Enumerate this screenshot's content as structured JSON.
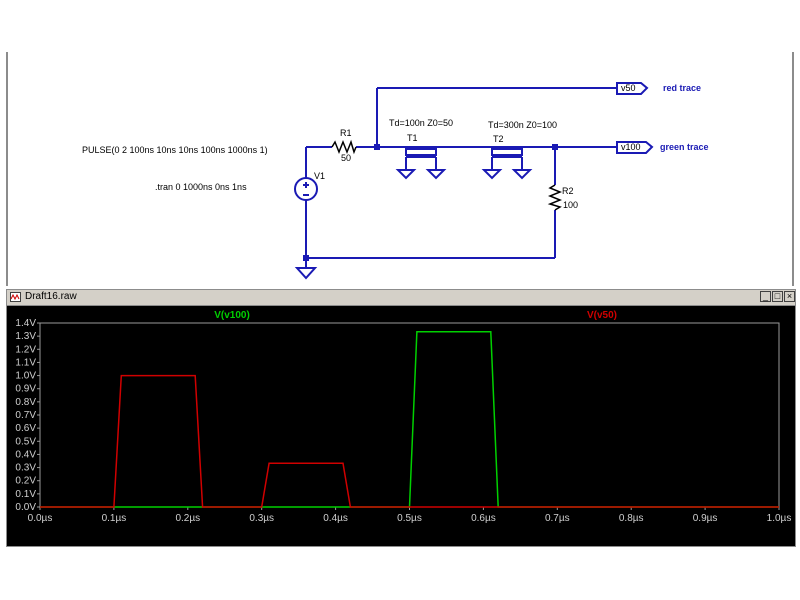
{
  "schematic": {
    "source_spec": "PULSE(0 2 100ns 10ns 10ns 100ns 1000ns 1)",
    "tran_spec": ".tran 0 1000ns 0ns 1ns",
    "v1_label": "V1",
    "r1_label": "R1",
    "r1_value": "50",
    "r2_label": "R2",
    "r2_value": "100",
    "t1_label": "T1",
    "t1_spec": "Td=100n Z0=50",
    "t2_label": "T2",
    "t2_spec": "Td=300n Z0=100",
    "net_v50_tag": "v50",
    "net_v100_tag": "v100",
    "red_trace_label": "red trace",
    "green_trace_label": "green trace",
    "wire_color": "#1a1ab4"
  },
  "waveform_window": {
    "title": "Draft16.raw",
    "minimize_glyph": "_",
    "maximize_glyph": "□",
    "close_glyph": "×"
  },
  "chart_data": {
    "type": "line",
    "xlim": [
      0,
      1.0
    ],
    "ylim": [
      -0.05,
      1.4
    ],
    "x_tick_labels": [
      "0.0µs",
      "0.1µs",
      "0.2µs",
      "0.3µs",
      "0.4µs",
      "0.5µs",
      "0.6µs",
      "0.7µs",
      "0.8µs",
      "0.9µs",
      "1.0µs"
    ],
    "x_ticks": [
      0,
      0.1,
      0.2,
      0.3,
      0.4,
      0.5,
      0.6,
      0.7,
      0.8,
      0.9,
      1.0
    ],
    "y_tick_labels": [
      "1.4V",
      "1.3V",
      "1.2V",
      "1.1V",
      "1.0V",
      "0.9V",
      "0.8V",
      "0.7V",
      "0.6V",
      "0.5V",
      "0.4V",
      "0.3V",
      "0.2V",
      "0.1V",
      "0.0V"
    ],
    "y_ticks": [
      1.4,
      1.3,
      1.2,
      1.1,
      1.0,
      0.9,
      0.8,
      0.7,
      0.6,
      0.5,
      0.4,
      0.3,
      0.2,
      0.1,
      0.0
    ],
    "series": [
      {
        "name": "V(v100)",
        "color": "#00d000",
        "x": [
          0,
          0.5,
          0.51,
          0.61,
          0.62,
          1.0
        ],
        "y": [
          0,
          0,
          1.333,
          1.333,
          0,
          0
        ]
      },
      {
        "name": "V(v50)",
        "color": "#d00000",
        "x": [
          0,
          0.1,
          0.11,
          0.21,
          0.22,
          0.3,
          0.31,
          0.41,
          0.42,
          1.0
        ],
        "y": [
          0,
          0,
          1.0,
          1.0,
          0,
          0,
          0.333,
          0.333,
          0,
          0
        ]
      }
    ]
  }
}
